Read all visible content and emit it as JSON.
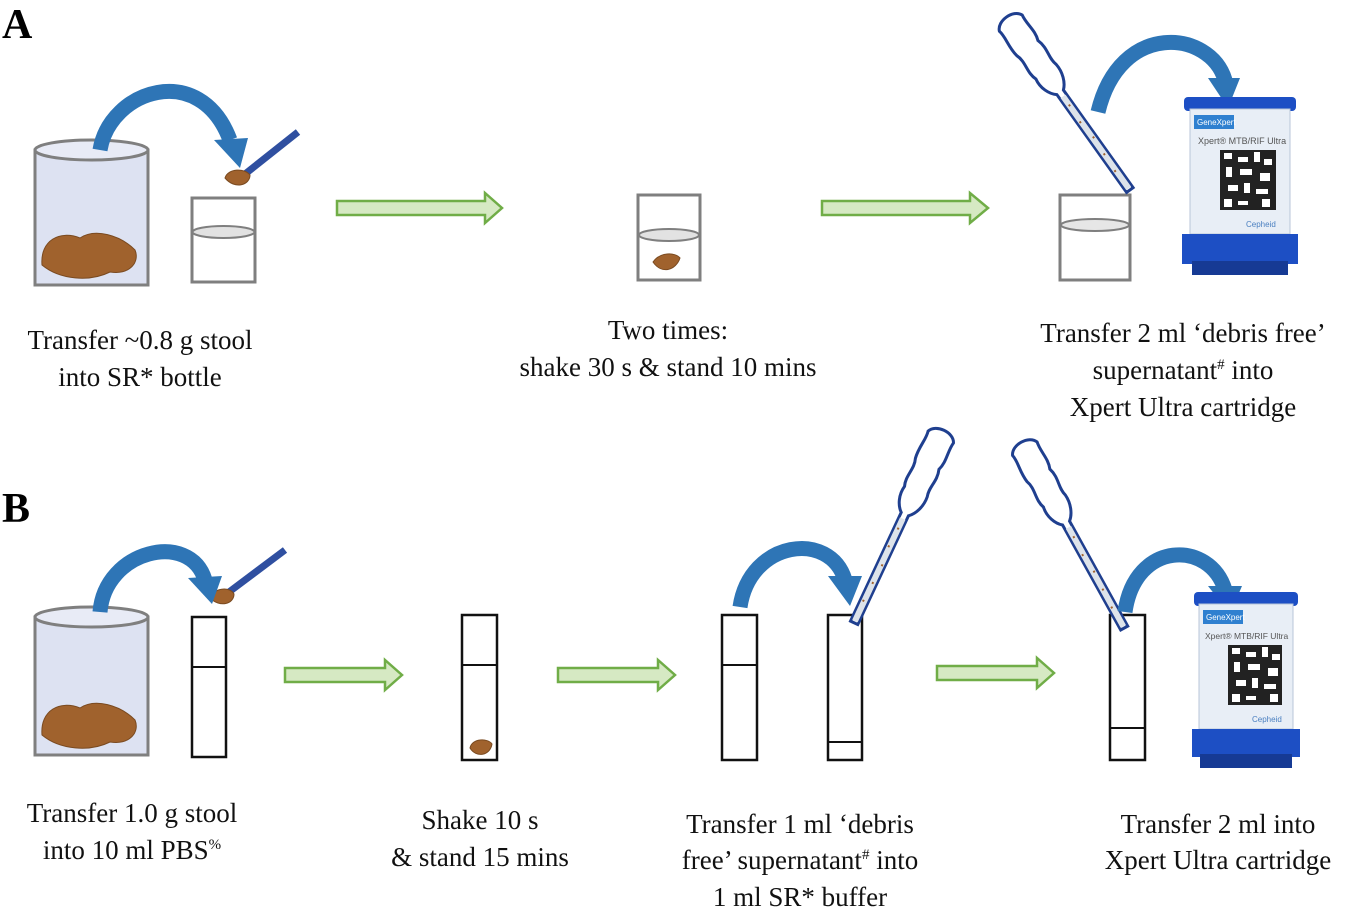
{
  "colors": {
    "curved_arrow": "#2e75b6",
    "step_arrow_fill": "#d6e9c3",
    "step_arrow_stroke": "#70ad47",
    "stool": "#a0622d",
    "pipette": "#1f3f8f",
    "cartridge": "#1d4fc4"
  },
  "panel_a": {
    "label": "A",
    "step1": {
      "line1": "Transfer ~0.8 g stool",
      "line2": "into SR* bottle"
    },
    "step2": {
      "line1": "Two times:",
      "line2": "shake 30 s & stand 10 mins"
    },
    "step3": {
      "line1": "Transfer 2 ml ‘debris free’",
      "line2a": "supernatant",
      "line2sup": "#",
      "line2b": " into",
      "line3": "Xpert Ultra cartridge"
    }
  },
  "panel_b": {
    "label": "B",
    "step1": {
      "line1": "Transfer 1.0 g stool",
      "line2a": "into 10 ml PBS",
      "line2sup": "%"
    },
    "step2": {
      "line1": "Shake 10 s",
      "line2": "& stand 15 mins"
    },
    "step3": {
      "line1": "Transfer 1 ml ‘debris",
      "line2a": "free’ supernatant",
      "line2sup": "#",
      "line2b": " into",
      "line3": "1 ml SR* buffer"
    },
    "step4": {
      "line1": "Transfer 2 ml into",
      "line2": "Xpert Ultra cartridge"
    }
  },
  "cartridge": {
    "brand": "GeneXpert",
    "product": "Xpert® MTB/RIF Ultra",
    "maker": "Cepheid"
  }
}
